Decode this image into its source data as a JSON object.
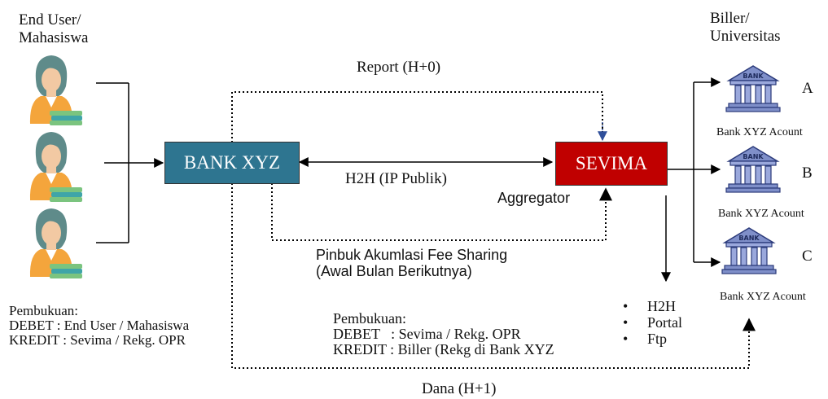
{
  "end_user": {
    "title_line1": "End User/",
    "title_line2": "Mahasiswa"
  },
  "biller": {
    "title_line1": "Biller/",
    "title_line2": "Universitas"
  },
  "bank_box": {
    "label": "BANK XYZ",
    "color": "#2e7590"
  },
  "sevima_box": {
    "label": "SEVIMA",
    "color": "#c00000"
  },
  "flows": {
    "report": "Report (H+0)",
    "h2h": "H2H (IP Publik)",
    "aggregator": "Aggregator",
    "pinbuk_line1": "Pinbuk Akumlasi Fee Sharing",
    "pinbuk_line2": "(Awal Bulan Berikutnya)",
    "dana": "Dana (H+1)"
  },
  "pembukuan_left": {
    "title": "Pembukuan:",
    "debet": "DEBET : End User / Mahasiswa",
    "kredit": "KREDIT : Sevima / Rekg. OPR"
  },
  "pembukuan_center": {
    "title": "Pembukuan:",
    "debet": "DEBET   : Sevima / Rekg. OPR",
    "kredit": "KREDIT : Biller (Rekg di Bank XYZ"
  },
  "channels": [
    "H2H",
    "Portal",
    "Ftp"
  ],
  "billers": [
    {
      "letter": "A",
      "account": "Bank XYZ Acount"
    },
    {
      "letter": "B",
      "account": "Bank XYZ Acount"
    },
    {
      "letter": "C",
      "account": "Bank XYZ Acount"
    }
  ],
  "bank_icon_text": "BANK",
  "colors": {
    "bank_icon": "#7f8fc9",
    "person_hair": "#5f8b8a",
    "person_skin": "#f2c9a3",
    "book_green": "#7bc47f"
  }
}
